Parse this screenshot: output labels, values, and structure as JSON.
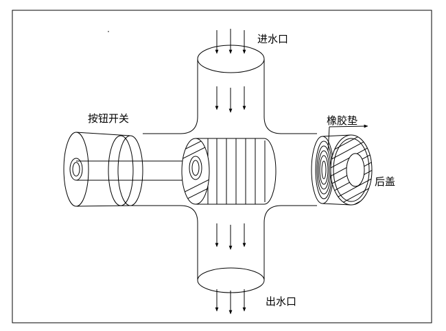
{
  "labels": {
    "inlet": "进水口",
    "outlet": "出水口",
    "button_switch": "按钮开关",
    "rubber_gasket": "橡胶垫",
    "back_cover": "后盖"
  }
}
